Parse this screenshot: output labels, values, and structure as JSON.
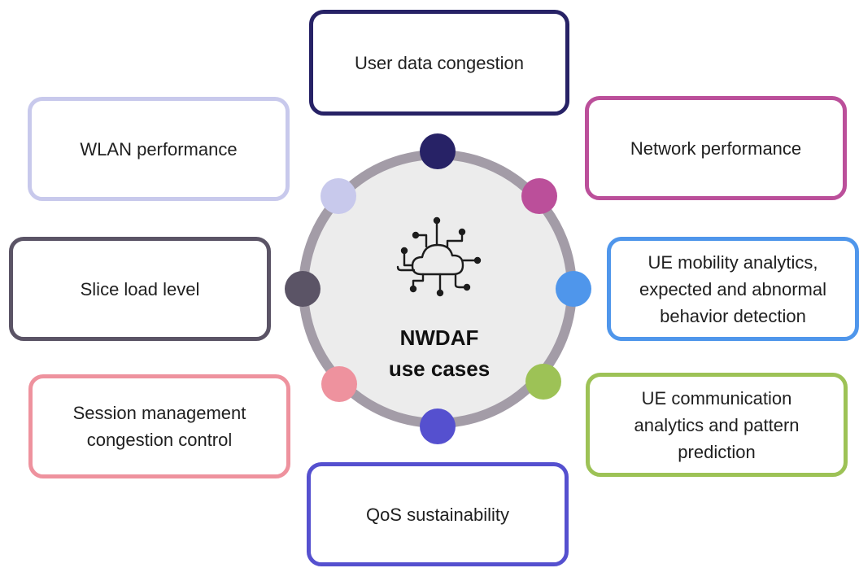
{
  "center": {
    "title": "NWDAF\nuse cases",
    "icon": "cloud-network-icon"
  },
  "ring_color": "#a39ca7",
  "hub_fill": "#ececec",
  "use_cases": [
    {
      "id": "user-data-congestion",
      "label": "User data congestion",
      "color": "#272266"
    },
    {
      "id": "network-performance",
      "label": "Network performance",
      "color": "#bb4f9a"
    },
    {
      "id": "ue-mobility-analytics",
      "label": "UE mobility analytics,\nexpected and abnormal\nbehavior detection",
      "color": "#4f96eb"
    },
    {
      "id": "ue-communication-analytics",
      "label": "UE communication\nanalytics and pattern\nprediction",
      "color": "#9dc256"
    },
    {
      "id": "qos-sustainability",
      "label": "QoS sustainability",
      "color": "#5550cf"
    },
    {
      "id": "session-management",
      "label": "Session management\ncongestion control",
      "color": "#ee929e"
    },
    {
      "id": "slice-load-level",
      "label": "Slice load level",
      "color": "#5b5466"
    },
    {
      "id": "wlan-performance",
      "label": "WLAN performance",
      "color": "#c8c9ec"
    }
  ]
}
